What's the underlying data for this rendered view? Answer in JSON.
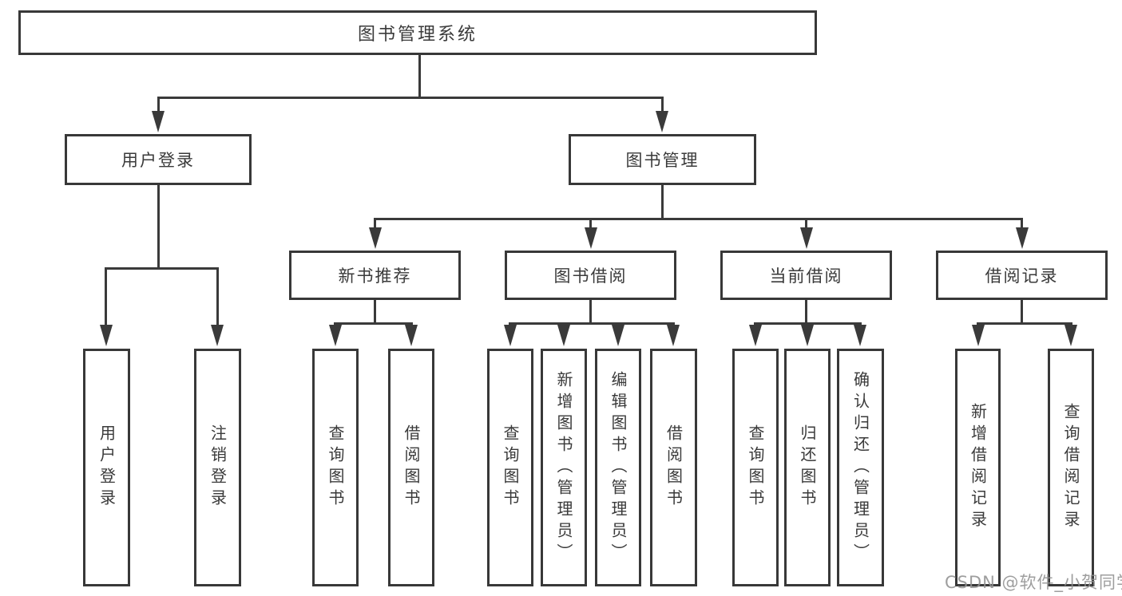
{
  "diagram_type": "hierarchy-tree",
  "tree": {
    "label": "图书管理系统",
    "children": [
      {
        "label": "用户登录",
        "children": [
          {
            "label": "用户登录"
          },
          {
            "label": "注销登录"
          }
        ]
      },
      {
        "label": "图书管理",
        "children": [
          {
            "label": "新书推荐",
            "children": [
              {
                "label": "查询图书"
              },
              {
                "label": "借阅图书"
              }
            ]
          },
          {
            "label": "图书借阅",
            "children": [
              {
                "label": "查询图书"
              },
              {
                "label": "新增图书（管理员）"
              },
              {
                "label": "编辑图书（管理员）"
              },
              {
                "label": "借阅图书"
              }
            ]
          },
          {
            "label": "当前借阅",
            "children": [
              {
                "label": "查询图书"
              },
              {
                "label": "归还图书"
              },
              {
                "label": "确认归还（管理员）"
              }
            ]
          },
          {
            "label": "借阅记录",
            "children": [
              {
                "label": "新增借阅记录"
              },
              {
                "label": "查询借阅记录"
              }
            ]
          }
        ]
      }
    ]
  },
  "watermark": {
    "text": "CSDN @软件_小贺同学"
  },
  "colors": {
    "line": "#3a3a3a",
    "box_border": "#383838",
    "text": "#3a3a3a",
    "watermark": "#919191",
    "background": "#ffffff"
  }
}
